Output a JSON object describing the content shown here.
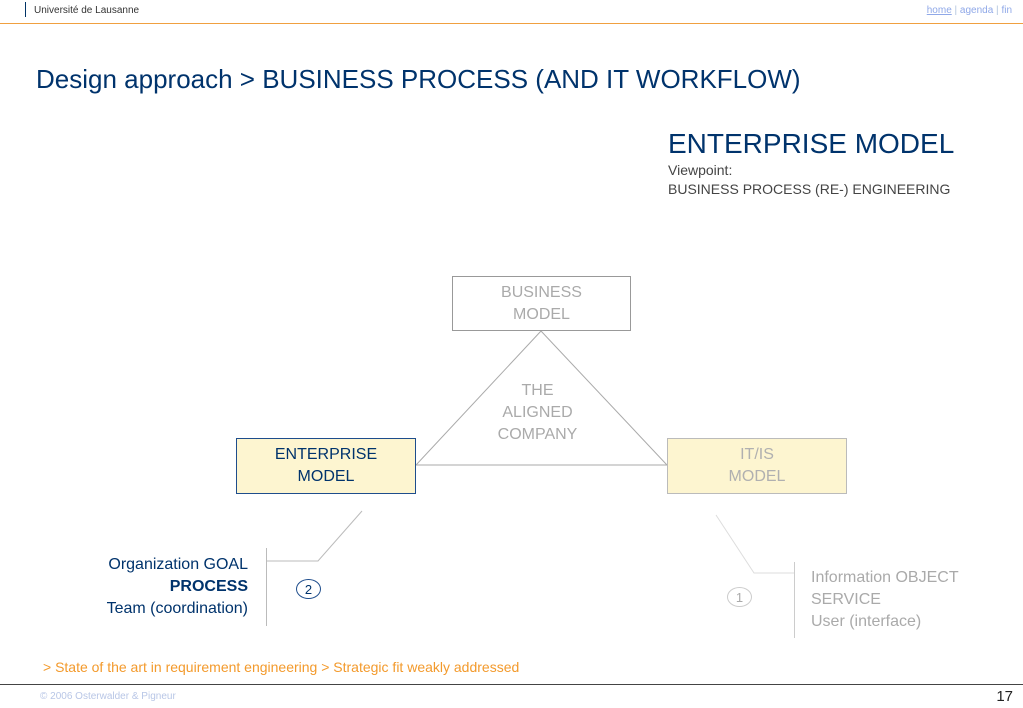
{
  "header": {
    "university": "Université de Lausanne",
    "nav": {
      "home": "home",
      "sep1": " | ",
      "agenda": "agenda",
      "sep2": " | ",
      "fin": "fin"
    }
  },
  "title": "Design approach > BUSINESS PROCESS (AND IT WORKFLOW)",
  "enterprise_model_header": {
    "heading": "ENTERPRISE MODEL",
    "viewpoint_label": "Viewpoint:",
    "viewpoint_value": "BUSINESS PROCESS (RE-) ENGINEERING"
  },
  "diagram": {
    "business_model": {
      "line1": "BUSINESS",
      "line2": "MODEL"
    },
    "aligned_company": {
      "line1": "THE",
      "line2": "ALIGNED",
      "line3": "COMPANY"
    },
    "enterprise_model": {
      "line1": "ENTERPRISE",
      "line2": "MODEL"
    },
    "itis_model": {
      "line1": "IT/IS",
      "line2": "MODEL"
    }
  },
  "left_block": {
    "line1": "Organization GOAL",
    "line2": "PROCESS",
    "line3": "Team (coordination)",
    "number": "2"
  },
  "right_block": {
    "line1": "Information OBJECT",
    "line2": "SERVICE",
    "line3": "User (interface)",
    "number": "1"
  },
  "footer": {
    "note": "> State of the art in requirement engineering > Strategic fit weakly addressed",
    "copyright": "© 2006  Osterwalder & Pigneur",
    "page": "17"
  },
  "colors": {
    "primary": "#00336c",
    "accent": "#f39a2c",
    "box_fill": "#fdf5d0",
    "muted": "#aaaaaa"
  }
}
